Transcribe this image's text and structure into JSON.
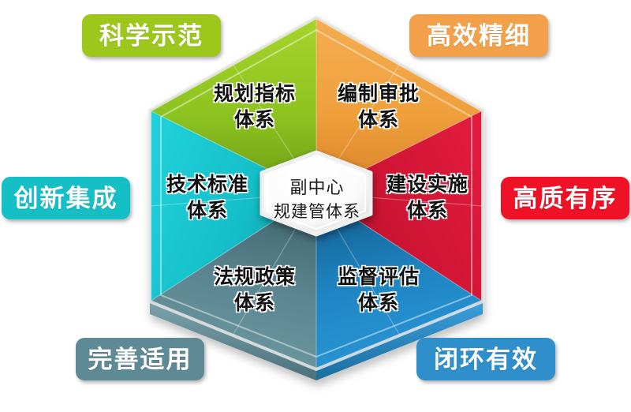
{
  "diagram": {
    "type": "hexagonal-prism-segments",
    "center": {
      "line1": "副中心",
      "line2": "规建管体系"
    },
    "segments": [
      {
        "id": "planning-indicator",
        "position": "top-left",
        "line1": "规划指标",
        "line2": "体系",
        "color": "#8bc220",
        "color_dark": "#6f9e17"
      },
      {
        "id": "compilation-approval",
        "position": "top-right",
        "line1": "编制审批",
        "line2": "体系",
        "color": "#f0a13c",
        "color_dark": "#d8842a"
      },
      {
        "id": "technical-standard",
        "position": "left",
        "line1": "技术标准",
        "line2": "体系",
        "color": "#14bec8",
        "color_dark": "#0f9aa4"
      },
      {
        "id": "construction-impl",
        "position": "right",
        "line1": "建设实施",
        "line2": "体系",
        "color": "#cf1434",
        "color_dark": "#a60f28"
      },
      {
        "id": "law-policy",
        "position": "bottom-left",
        "line1": "法规政策",
        "line2": "体系",
        "color": "#5b8590",
        "color_dark": "#476a74"
      },
      {
        "id": "supervision-eval",
        "position": "bottom-right",
        "line1": "监督评估",
        "line2": "体系",
        "color": "#1f86c4",
        "color_dark": "#176a9e"
      }
    ],
    "badges": [
      {
        "id": "badge-top-left",
        "label": "科学示范",
        "color": "#9dc81b"
      },
      {
        "id": "badge-top-right",
        "label": "高效精细",
        "color": "#f2a14a"
      },
      {
        "id": "badge-left",
        "label": "创新集成",
        "color": "#14bfc6"
      },
      {
        "id": "badge-right",
        "label": "高质有序",
        "color": "#ef1226"
      },
      {
        "id": "badge-bottom-left",
        "label": "完善适用",
        "color": "#5e8a96"
      },
      {
        "id": "badge-bottom-right",
        "label": "闭环有效",
        "color": "#2f8fcb"
      }
    ]
  }
}
